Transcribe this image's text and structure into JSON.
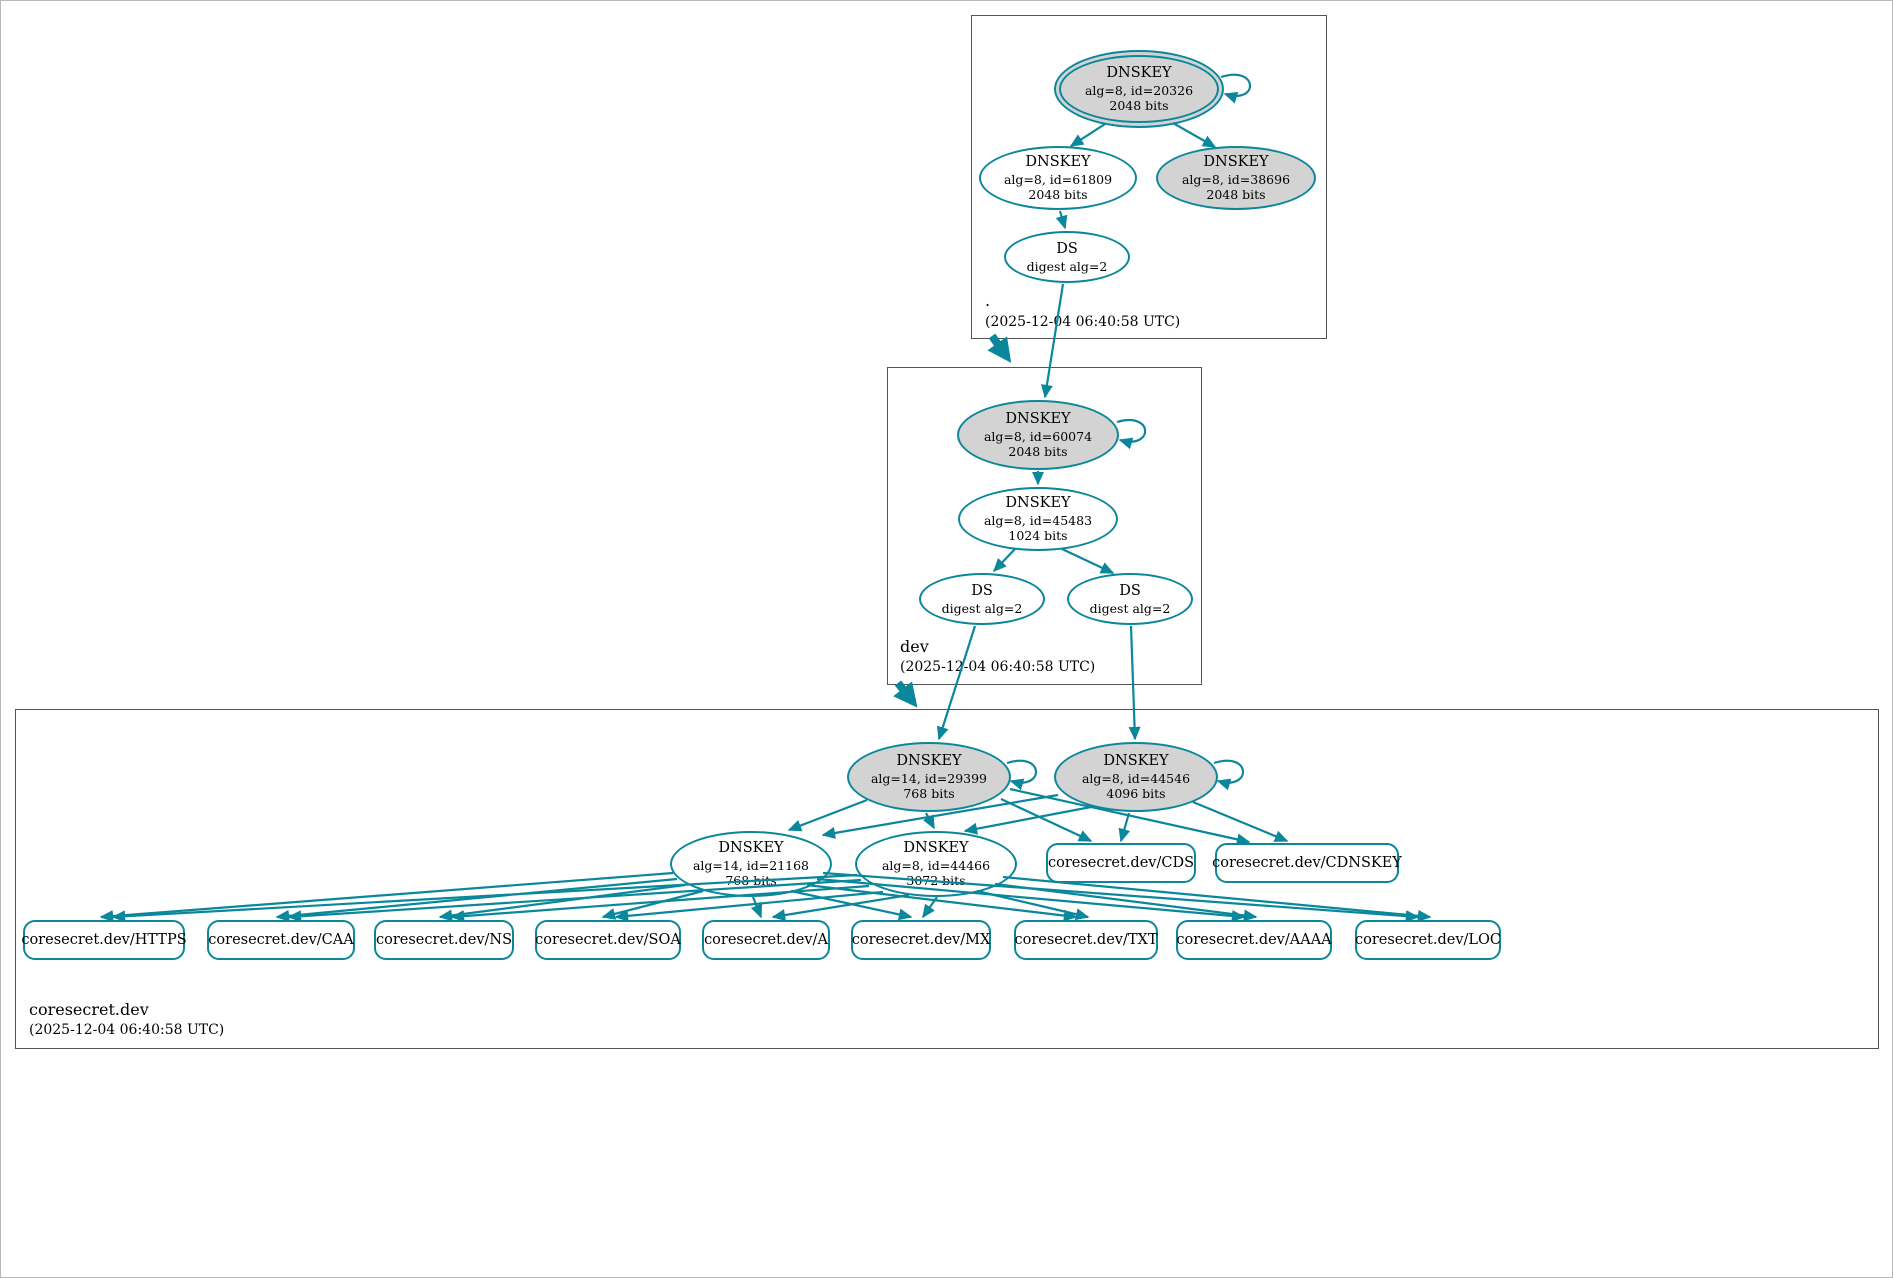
{
  "colors": {
    "accent": "#0a879a",
    "sep_key_fill": "#d3d3d3",
    "node_fill": "#ffffff"
  },
  "zones": {
    "root": {
      "label": ".",
      "timestamp": "(2025-12-04 06:40:58 UTC)",
      "nodes": {
        "ksk": {
          "title": "DNSKEY",
          "detail": "alg=8, id=20326",
          "bits": "2048 bits"
        },
        "zsk": {
          "title": "DNSKEY",
          "detail": "alg=8, id=61809",
          "bits": "2048 bits"
        },
        "ksk2": {
          "title": "DNSKEY",
          "detail": "alg=8, id=38696",
          "bits": "2048 bits"
        },
        "ds": {
          "title": "DS",
          "detail": "digest alg=2"
        }
      }
    },
    "dev": {
      "label": "dev",
      "timestamp": "(2025-12-04 06:40:58 UTC)",
      "nodes": {
        "ksk": {
          "title": "DNSKEY",
          "detail": "alg=8, id=60074",
          "bits": "2048 bits"
        },
        "zsk": {
          "title": "DNSKEY",
          "detail": "alg=8, id=45483",
          "bits": "1024 bits"
        },
        "ds1": {
          "title": "DS",
          "detail": "digest alg=2"
        },
        "ds2": {
          "title": "DS",
          "detail": "digest alg=2"
        }
      }
    },
    "coresecret": {
      "label": "coresecret.dev",
      "timestamp": "(2025-12-04 06:40:58 UTC)",
      "nodes": {
        "ksk1": {
          "title": "DNSKEY",
          "detail": "alg=14, id=29399",
          "bits": "768 bits"
        },
        "ksk2": {
          "title": "DNSKEY",
          "detail": "alg=8, id=44546",
          "bits": "4096 bits"
        },
        "zsk1": {
          "title": "DNSKEY",
          "detail": "alg=14, id=21168",
          "bits": "768 bits"
        },
        "zsk2": {
          "title": "DNSKEY",
          "detail": "alg=8, id=44466",
          "bits": "3072 bits"
        },
        "cds": {
          "label": "coresecret.dev/CDS"
        },
        "cdnskey": {
          "label": "coresecret.dev/CDNSKEY"
        }
      },
      "rrsets": [
        "coresecret.dev/HTTPS",
        "coresecret.dev/CAA",
        "coresecret.dev/NS",
        "coresecret.dev/SOA",
        "coresecret.dev/A",
        "coresecret.dev/MX",
        "coresecret.dev/TXT",
        "coresecret.dev/AAAA",
        "coresecret.dev/LOC"
      ]
    }
  }
}
